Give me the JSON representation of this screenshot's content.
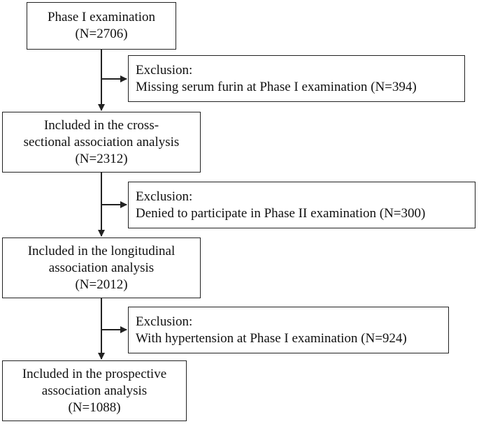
{
  "flowchart": {
    "phase1": {
      "line1": "Phase I examination",
      "line2": "(N=2706)"
    },
    "exclusion1": {
      "heading": "Exclusion:",
      "detail": "Missing serum furin at Phase I examination (N=394)"
    },
    "cross_sectional": {
      "line1": "Included in the cross-",
      "line2": "sectional association analysis",
      "line3": "(N=2312)"
    },
    "exclusion2": {
      "heading": "Exclusion:",
      "detail": "Denied to participate in Phase II examination (N=300)"
    },
    "longitudinal": {
      "line1": "Included in the longitudinal",
      "line2": "association analysis",
      "line3": "(N=2012)"
    },
    "exclusion3": {
      "heading": "Exclusion:",
      "detail": "With hypertension at Phase I examination (N=924)"
    },
    "prospective": {
      "line1": "Included in the prospective",
      "line2": "association analysis",
      "line3": "(N=1088)"
    }
  }
}
